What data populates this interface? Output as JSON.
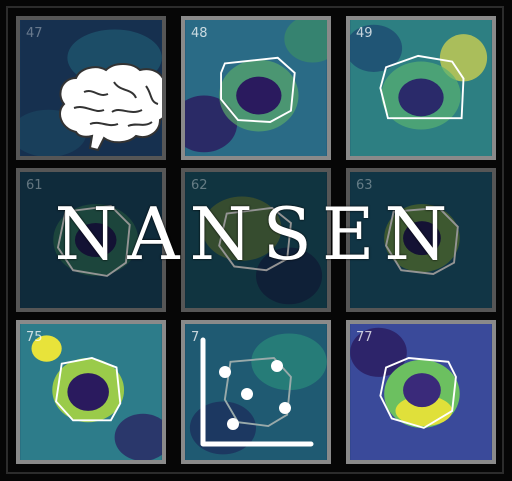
{
  "logo": {
    "title": "NANSEN",
    "tiles": [
      {
        "number": "47",
        "style": "dim-brain"
      },
      {
        "number": "48",
        "style": "ring"
      },
      {
        "number": "49",
        "style": "ring"
      },
      {
        "number": "61",
        "style": "dim"
      },
      {
        "number": "62",
        "style": "dim"
      },
      {
        "number": "63",
        "style": "dim"
      },
      {
        "number": "75",
        "style": "ring"
      },
      {
        "number": "7",
        "style": "scatter"
      },
      {
        "number": "77",
        "style": "ring"
      }
    ]
  },
  "colors": {
    "background": "#060606",
    "tile_border": "#8a8a8a",
    "roi_outline": "#ffffff",
    "field_low": "#2a1a5e",
    "field_mid": "#1f7a8c",
    "field_high": "#e8e33a"
  },
  "icons": [
    "brain-icon",
    "scatter-plot-icon"
  ]
}
